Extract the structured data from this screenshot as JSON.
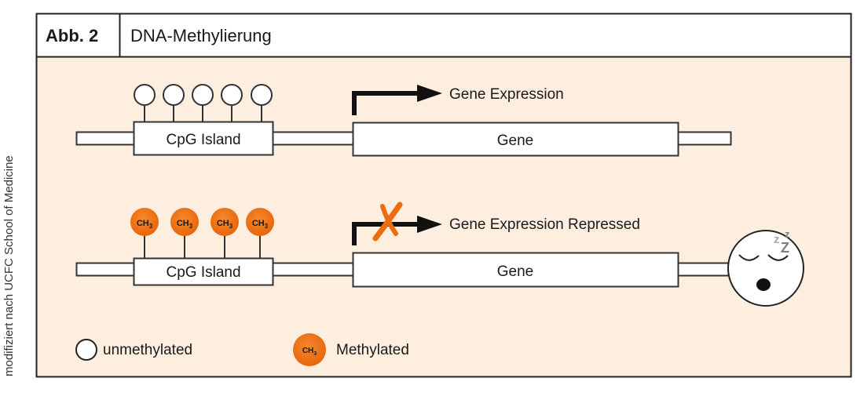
{
  "header": {
    "figure_label": "Abb. 2",
    "title": "DNA-Methylierung"
  },
  "credit": "modifiziert nach UCFC School of Medicine",
  "colors": {
    "panel_bg": "#fdeee0",
    "stroke": "#222222",
    "methyl_orange": "#ee6c0c",
    "zzz_gray": "#8a8a8a"
  },
  "rows": [
    {
      "state": "unmethylated",
      "cpg_label": "CpG Island",
      "gene_label": "Gene",
      "expression_label": "Gene Expression",
      "marker_count": 5,
      "marker_type": "unmethylated",
      "repressed": false
    },
    {
      "state": "methylated",
      "cpg_label": "CpG Island",
      "gene_label": "Gene",
      "expression_label": "Gene Expression Repressed",
      "marker_count": 4,
      "marker_type": "methylated",
      "marker_text": "CH",
      "marker_subscript": "3",
      "repressed": true
    }
  ],
  "legend": [
    {
      "type": "unmethylated",
      "label": "unmethylated"
    },
    {
      "type": "methylated",
      "label": "Methylated",
      "marker_text": "CH",
      "marker_subscript": "3"
    }
  ],
  "icons": {
    "sleeping_face": "sleeping-face-icon",
    "zzz": "Zz"
  }
}
